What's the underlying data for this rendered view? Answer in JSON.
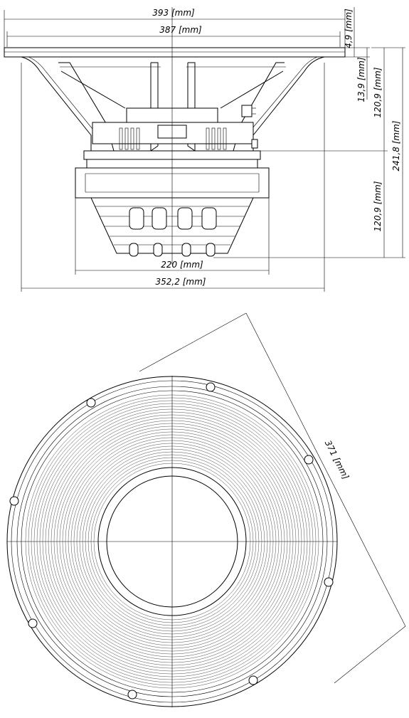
{
  "side_view": {
    "dimensions": {
      "outer_diameter": "393 [mm]",
      "mounting_diameter": "387 [mm]",
      "flange_thickness": "4,9 [mm]",
      "flange_to_cone": "13,9 [mm]",
      "upper_depth": "120,9 [mm]",
      "total_depth": "241,8 [mm]",
      "lower_depth": "120,9 [mm]",
      "magnet_diameter": "220 [mm]",
      "frame_diameter": "352,2 [mm]"
    }
  },
  "front_view": {
    "dimensions": {
      "bolt_circle": "371 [mm]"
    }
  }
}
